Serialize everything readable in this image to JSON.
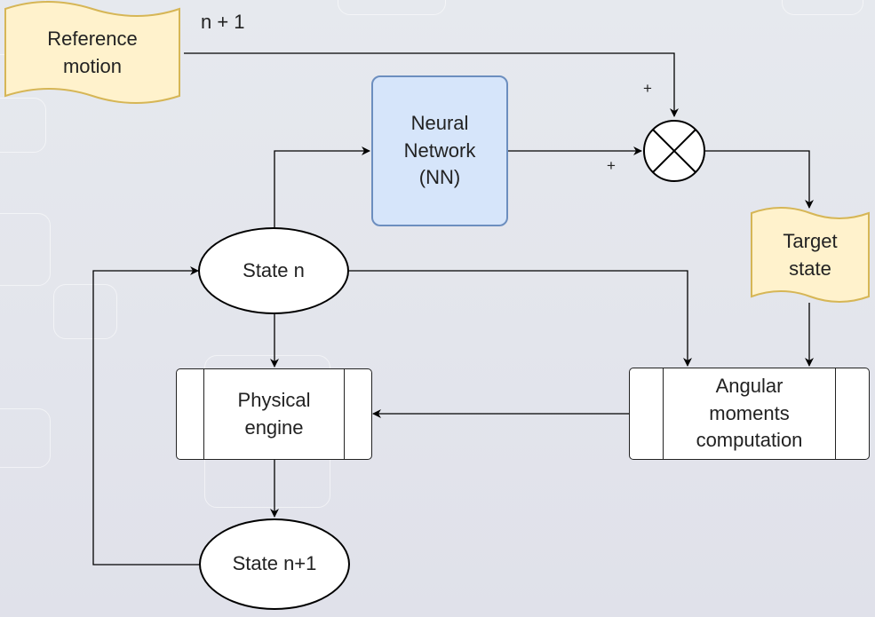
{
  "diagram": {
    "nodes": {
      "reference_motion": "Reference\nmotion",
      "neural_network": "Neural\nNetwork\n(NN)",
      "target_state": "Target\nstate",
      "state_n": "State n",
      "physical_engine": "Physical\nengine",
      "angular_moments": "Angular\nmoments\ncomputation",
      "state_n1": "State n+1"
    },
    "labels": {
      "n_plus_1": "n + 1",
      "plus_top": "+",
      "plus_left": "+"
    },
    "colors": {
      "document_fill": "#fff2cc",
      "document_stroke": "#d6b656",
      "nn_fill": "#dae8fc",
      "nn_stroke": "#6c8ebf",
      "edge": "#000000"
    },
    "icons": {
      "summing_junction": "circle-with-x-icon"
    }
  }
}
